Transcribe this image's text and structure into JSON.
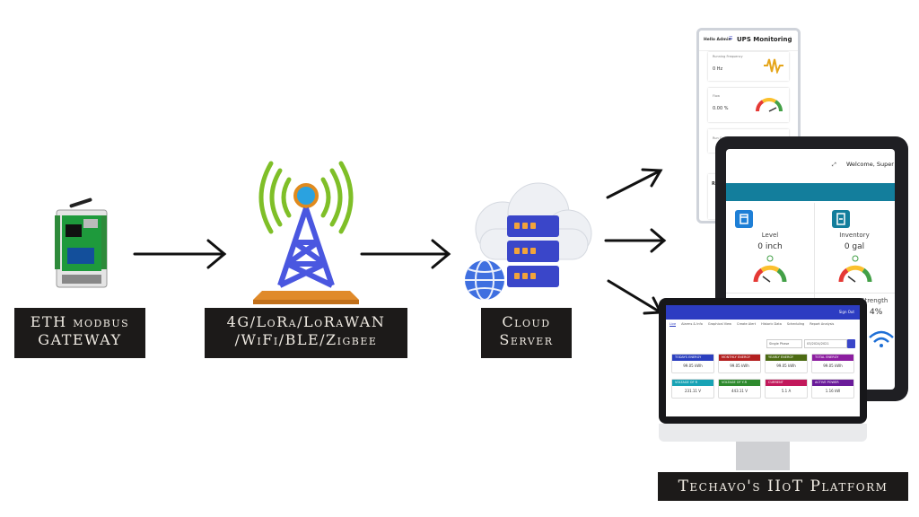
{
  "labels": {
    "gateway": [
      "ETH modbus",
      "GATEWAY"
    ],
    "network": [
      "4G/LoRa/LoRaWAN",
      "/WiFi/BLE/Zigbee"
    ],
    "cloud": [
      "Cloud",
      "Server"
    ],
    "platform": "Techavo's IIoT Platform"
  },
  "phone": {
    "greeting": "Hello Admin",
    "title": "UPS Monitoring",
    "card1": {
      "label": "Running Frequency",
      "value": "0 Hz"
    },
    "card2": {
      "label": "Flow",
      "value": "0.00 %"
    },
    "card3": {
      "label": "Run Current"
    },
    "card4": {
      "label": "Ro"
    }
  },
  "tablet": {
    "welcome": "Welcome, Super Admin",
    "level_label": "Level",
    "level_value": "0 inch",
    "inventory_label": "Inventory",
    "inventory_value": "0 gal",
    "strength_label": "Strength",
    "strength_value": "4%"
  },
  "monitor": {
    "signout": "Sign Out",
    "tabs": [
      "Live",
      "Alarms & Info",
      "Graphical View",
      "Create Alert",
      "Historic Data",
      "Scheduling",
      "Report Analysis"
    ],
    "select_placeholder": "Single Phase",
    "date_value": "03/2024/2021",
    "cards": [
      {
        "title": "TODAYS ENERGY",
        "value": "99.05 kWh",
        "color": "#2b3fbf"
      },
      {
        "title": "MONTHLY ENERGY",
        "value": "99.05 kWh",
        "color": "#b32020"
      },
      {
        "title": "YEARLY ENERGY",
        "value": "99.05 kWh",
        "color": "#4c6b13"
      },
      {
        "title": "TOTAL ENERGY",
        "value": "99.05 kWh",
        "color": "#8c1ea0"
      },
      {
        "title": "VOLTAGE OF R",
        "value": "231.11 V",
        "color": "#18a3b5"
      },
      {
        "title": "VOLTAGE OF Y-R",
        "value": "443.11 V",
        "color": "#2e8a2e"
      },
      {
        "title": "CURRENT",
        "value": "5.1 A",
        "color": "#c2185b"
      },
      {
        "title": "ACTIVE POWER",
        "value": "1.16 kW",
        "color": "#6a1b9a"
      }
    ]
  },
  "colors": {
    "label_bg": "#1c1a19",
    "label_text": "#f1ece4",
    "tablet_teal": "#137e9c",
    "gateway_green": "#1e9a3c",
    "tower_blue": "#4a57e0",
    "signal_green": "#7fbf28"
  }
}
